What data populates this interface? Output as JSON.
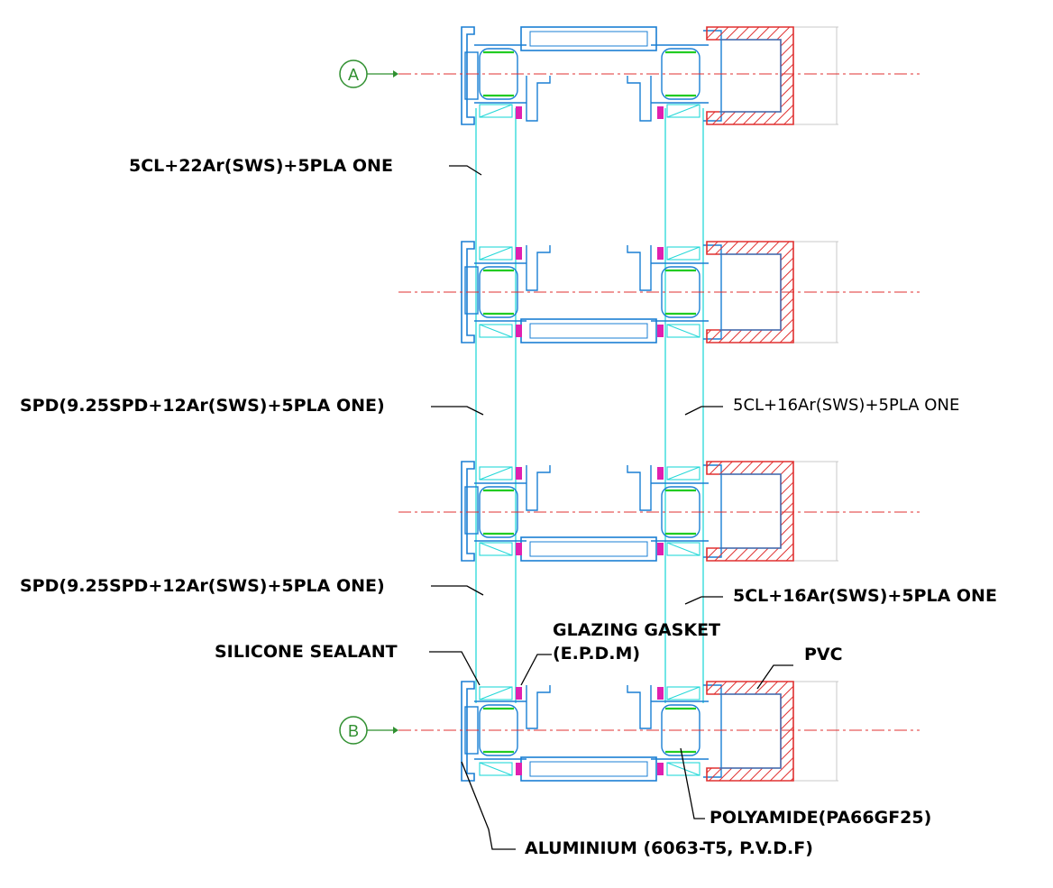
{
  "markers": [
    "A",
    "B"
  ],
  "labels": {
    "glass_top": "5CL+22Ar(SWS)+5PLA ONE",
    "glass_mid_left_1": "SPD(9.25SPD+12Ar(SWS)+5PLA ONE)",
    "glass_mid_right_1": "5CL+16Ar(SWS)+5PLA ONE",
    "glass_mid_left_2": "SPD(9.25SPD+12Ar(SWS)+5PLA ONE)",
    "glass_mid_right_2": "5CL+16Ar(SWS)+5PLA ONE",
    "glazing_gasket_1": "GLAZING GASKET",
    "glazing_gasket_2": "(E.P.D.M)",
    "silicone_sealant": "SILICONE SEALANT",
    "pvc": "PVC",
    "polyamide": "POLYAMIDE(PA66GF25)",
    "aluminium": "ALUMINIUM (6063-T5,  P.V.D.F)"
  },
  "colors": {
    "aluminium": "#1a7fd4",
    "glass": "#25d8d8",
    "polyamide": "#22cc22",
    "gasket": "#e020b0",
    "pvc": "#e03030",
    "centerline": "#e03030",
    "marker": "#2f8f2f",
    "dimension": "#c8c8c8"
  }
}
